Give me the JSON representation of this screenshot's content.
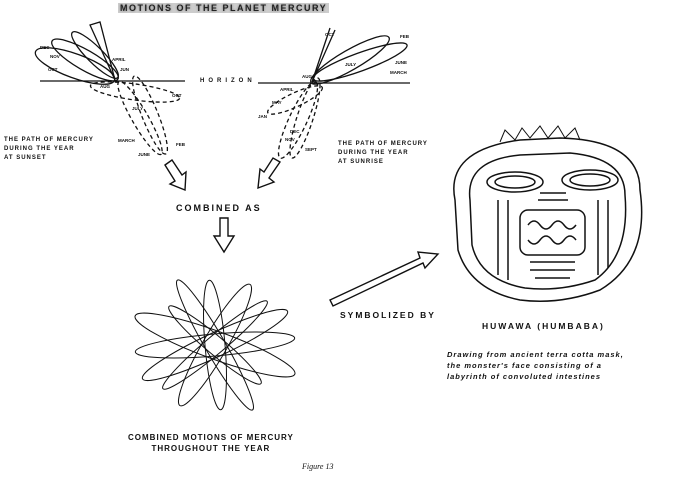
{
  "title": "MOTIONS OF THE PLANET MERCURY",
  "horizon": "HORIZON",
  "sunset": {
    "caption": [
      "THE PATH OF MERCURY",
      "DURING THE YEAR",
      "AT SUNSET"
    ],
    "months": [
      "DEC",
      "NOV",
      "OCT",
      "APRIL",
      "JUN",
      "AUG",
      "OCT",
      "JULY",
      "MARCH",
      "FEB",
      "JUNE"
    ]
  },
  "sunrise": {
    "caption": [
      "THE PATH OF MERCURY",
      "DURING THE YEAR",
      "AT SUNRISE"
    ],
    "months": [
      "OCT",
      "FEB",
      "JULY",
      "JUNE",
      "MARCH",
      "AUG",
      "APRIL",
      "MAY",
      "JAN",
      "DEC",
      "NOV",
      "SEPT"
    ]
  },
  "combined_as": "COMBINED AS",
  "symbolized_by": "SYMBOLIZED BY",
  "combined_caption": [
    "COMBINED MOTIONS OF MERCURY",
    "THROUGHOUT THE YEAR"
  ],
  "mask_title": "HUWAWA (HUMBABA)",
  "mask_desc": [
    "Drawing from ancient terra cotta mask,",
    "the monster's face consisting of a",
    "labyrinth of convoluted intestines"
  ],
  "figure": "Figure 13"
}
